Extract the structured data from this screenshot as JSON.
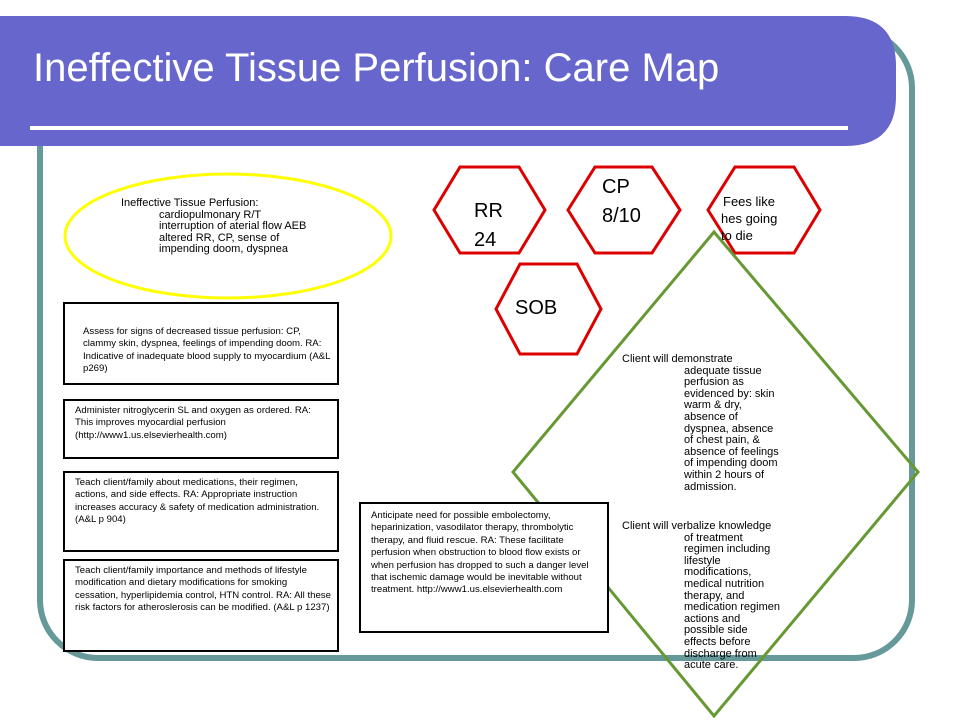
{
  "slide": {
    "title": "Ineffective Tissue Perfusion: Care Map"
  },
  "diagnosis": {
    "lead": "Ineffective Tissue Perfusion:",
    "lines": [
      "cardiopulmonary R/T",
      "interruption of aterial flow AEB",
      "altered RR, CP, sense of",
      "impending doom, dyspnea"
    ]
  },
  "symptoms": {
    "rr": {
      "line1": "RR",
      "line2": "24"
    },
    "cp": {
      "line1": "CP",
      "line2": "8/10"
    },
    "feels": {
      "line1": "Fees like",
      "line2": "hes going",
      "line3": "to die"
    },
    "sob": "SOB"
  },
  "interventions": {
    "assess": "Assess for signs of decreased tissue perfusion: CP, clammy skin, dyspnea, feelings of impending doom. RA: Indicative of inadequate blood supply to myocardium (A&L p269)",
    "administer": "Administer nitroglycerin SL and oxygen as ordered. RA: This improves myocardial perfusion (http://www1.us.elsevierhealth.com)",
    "teach_meds": "Teach client/family about medications, their regimen, actions, and side effects. RA: Appropriate instruction increases accuracy & safety of medication administration. (A&L p 904)",
    "teach_lifestyle": "Teach client/family importance and methods of lifestyle modification and dietary modifications for smoking cessation, hyperlipidemia control, HTN control. RA: All these risk factors for atheroslerosis can be modified. (A&L p 1237)",
    "anticipate": "Anticipate need for possible embolectomy, heparinization, vasodilator therapy, thrombolytic therapy, and fluid rescue. RA: These facilitate perfusion when obstruction to blood flow exists or when perfusion has dropped to such a danger level that ischemic damage would be inevitable without treatment. http://www1.us.elsevierhealth.com"
  },
  "goals": {
    "goal1": {
      "lead": "Client will demonstrate",
      "rest": [
        "adequate tissue",
        "perfusion as",
        "evidenced by: skin",
        "warm & dry,",
        "absence of",
        "dyspnea, absence",
        "of chest pain, &",
        "absence of feelings",
        "of impending doom",
        "within 2 hours of",
        "admission."
      ]
    },
    "goal2": {
      "lead": "Client will verbalize knowledge",
      "rest": [
        "of treatment",
        "regimen including",
        "lifestyle",
        "modifications,",
        "medical nutrition",
        "therapy, and",
        "medication regimen",
        "actions and",
        "possible side",
        "effects before",
        "discharge from",
        "acute care."
      ]
    }
  },
  "colors": {
    "title_band": "#6666cc",
    "frame_border": "#669999",
    "ellipse_border": "#ffff00",
    "hexagon_border": "#dd0000",
    "diamond_border": "#669933",
    "underline": "#ffffff"
  }
}
